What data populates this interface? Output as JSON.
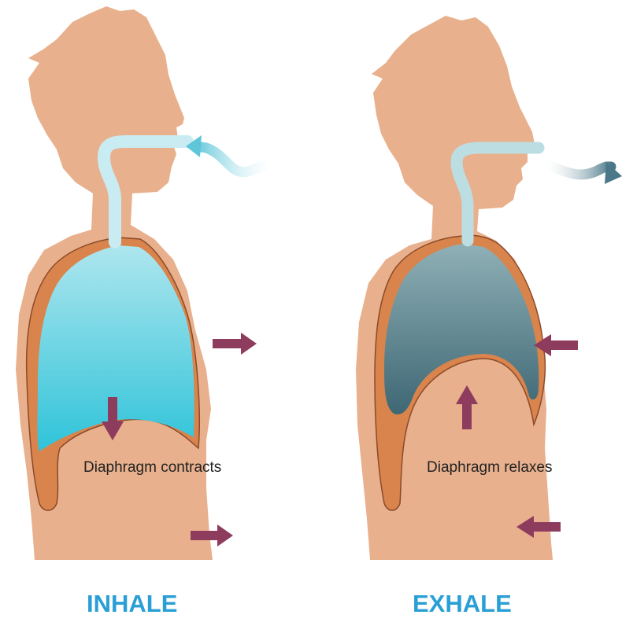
{
  "colors": {
    "skin": "#e8b08c",
    "skin_shadow": "#dca27d",
    "pleura": "#d9844c",
    "pleura_edge": "#8a4a2a",
    "inhale_lung_top": "#aee6ee",
    "inhale_lung_bottom": "#2fc3d9",
    "exhale_lung_top": "#8fb0b6",
    "exhale_lung_bottom": "#3e6774",
    "airway_inhale": "#c8ecf2",
    "airway_exhale": "#bcdde2",
    "inhale_air": "#5fc6da",
    "exhale_air": "#4b7888",
    "arrow": "#8e3c5e",
    "title": "#2a9fd6",
    "caption": "#222222"
  },
  "panels": [
    {
      "id": "inhale",
      "title": "INHALE",
      "caption": "Diaphragm contracts"
    },
    {
      "id": "exhale",
      "title": "EXHALE",
      "caption": "Diaphragm relaxes"
    }
  ]
}
